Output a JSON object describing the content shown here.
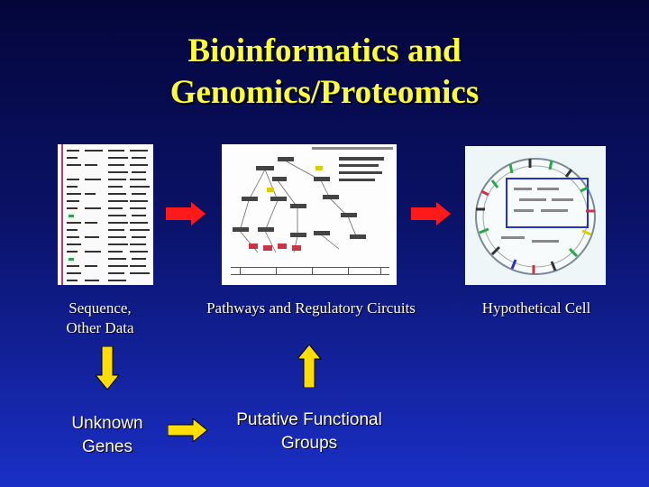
{
  "title": {
    "line1": "Bioinformatics and",
    "line2": "Genomics/Proteomics"
  },
  "labels": {
    "sequence_line1": "Sequence,",
    "sequence_line2": "Other Data",
    "pathways": "Pathways and Regulatory Circuits",
    "cell": "Hypothetical Cell",
    "unknown_line1": "Unknown",
    "unknown_line2": "Genes",
    "putative_line1": "Putative Functional",
    "putative_line2": "Groups"
  },
  "colors": {
    "title": "#ffff33",
    "arrow_red": "#ff1a1a",
    "arrow_yellow": "#ffdd00"
  }
}
